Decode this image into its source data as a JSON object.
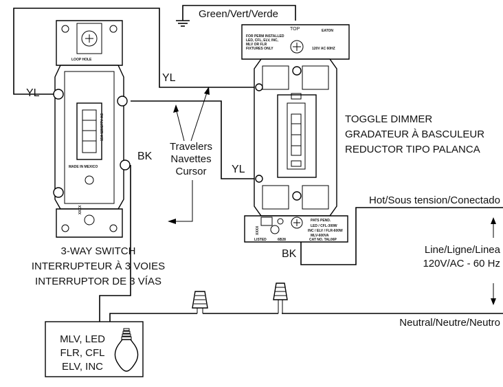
{
  "labels": {
    "ground": "Green/Vert/Verde",
    "yl_left": "YL",
    "yl_top": "YL",
    "yl_bottom": "YL",
    "bk_switch": "BK",
    "bk_dimmer": "BK",
    "travelers": [
      "Travelers",
      "Navettes",
      "Cursor"
    ],
    "dimmer_title": [
      "TOGGLE DIMMER",
      "GRADATEUR À BASCULEUR",
      "REDUCTOR TIPO PALANCA"
    ],
    "switch_title": [
      "3-WAY SWITCH",
      "INTERRUPTEUR À 3 VOIES",
      "INTERRUPTOR DE 3 VÍAS"
    ],
    "hot": "Hot/Sous tension/Conectado",
    "line": [
      "Line/Ligne/Linea",
      "120V/AC - 60 Hz"
    ],
    "neutral": "Neutral/Neutre/Neutro",
    "lamp": [
      "MLV, LED",
      "FLR, CFL",
      "ELV, INC"
    ]
  },
  "dimmer_device": {
    "top": "TOP",
    "brand": "EATON",
    "top_text": [
      "FOR PERM INSTALLED",
      "LED, CFL, ELV, INC,",
      "MLV OR FLR",
      "FIXTURES ONLY"
    ],
    "rating": "120V AC 60HZ",
    "pats": "PATS PEND.",
    "loads": [
      "LED / CFL-300W",
      "INC / ELV / FLR-600W",
      "MLV-600VA"
    ],
    "listed": "LISTED",
    "code": "6B28",
    "cat": "CAT NO. TAL06P",
    "xxxx": "XXXX"
  },
  "switch_device": {
    "made_in": "MADE IN MEXICO",
    "rating": "15A 120/277V AC",
    "loop": "LOOP HOLE",
    "xxxx": "XXXX"
  }
}
